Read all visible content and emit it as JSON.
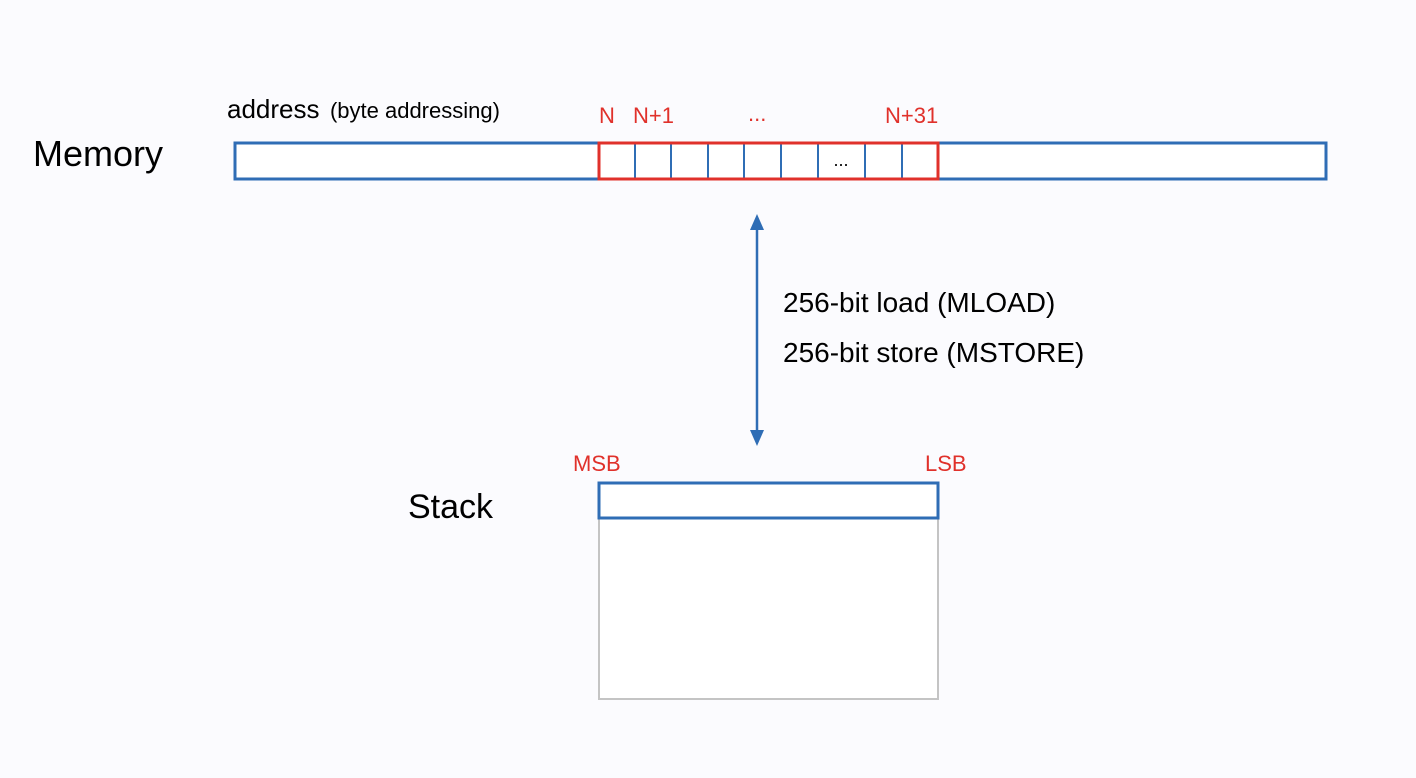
{
  "colors": {
    "background": "#fbfbfe",
    "blue": "#2f6db5",
    "red": "#e0312b",
    "gray": "#c4c4c4",
    "text": "#000000"
  },
  "memory": {
    "label": "Memory",
    "address_label": "address",
    "address_note": "(byte addressing)",
    "cell_ellipsis": "...",
    "byte_labels": {
      "first": "N",
      "second": "N+1",
      "ellipsis": "...",
      "last": "N+31"
    }
  },
  "arrow": {
    "line1": "256-bit load (MLOAD)",
    "line2": "256-bit store (MSTORE)"
  },
  "stack": {
    "label": "Stack",
    "msb_label": "MSB",
    "lsb_label": "LSB"
  }
}
